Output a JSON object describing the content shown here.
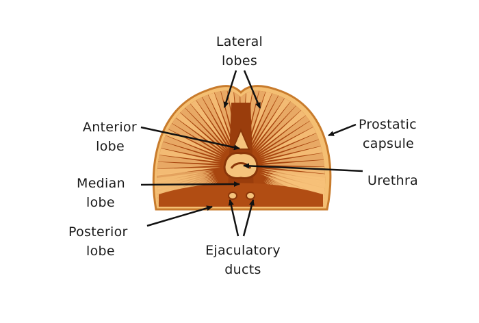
{
  "labels": {
    "lateral_lobes": [
      "Lateral",
      "lobes"
    ],
    "anterior_lobe": [
      "Anterior",
      "lobe"
    ],
    "median_lobe": [
      "Median",
      "lobe"
    ],
    "posterior_lobe": [
      "Posterior",
      "lobe"
    ],
    "prostatic_capsule": [
      "Prostatic",
      "capsule"
    ],
    "urethra": "Urethra",
    "ejaculatory_ducts": [
      "Ejaculatory",
      "ducts"
    ]
  },
  "colors": {
    "tissue_light": "#f7c27a",
    "tissue_dark": "#a2420e",
    "capsule": "#f2b96b",
    "line": "#111111"
  }
}
